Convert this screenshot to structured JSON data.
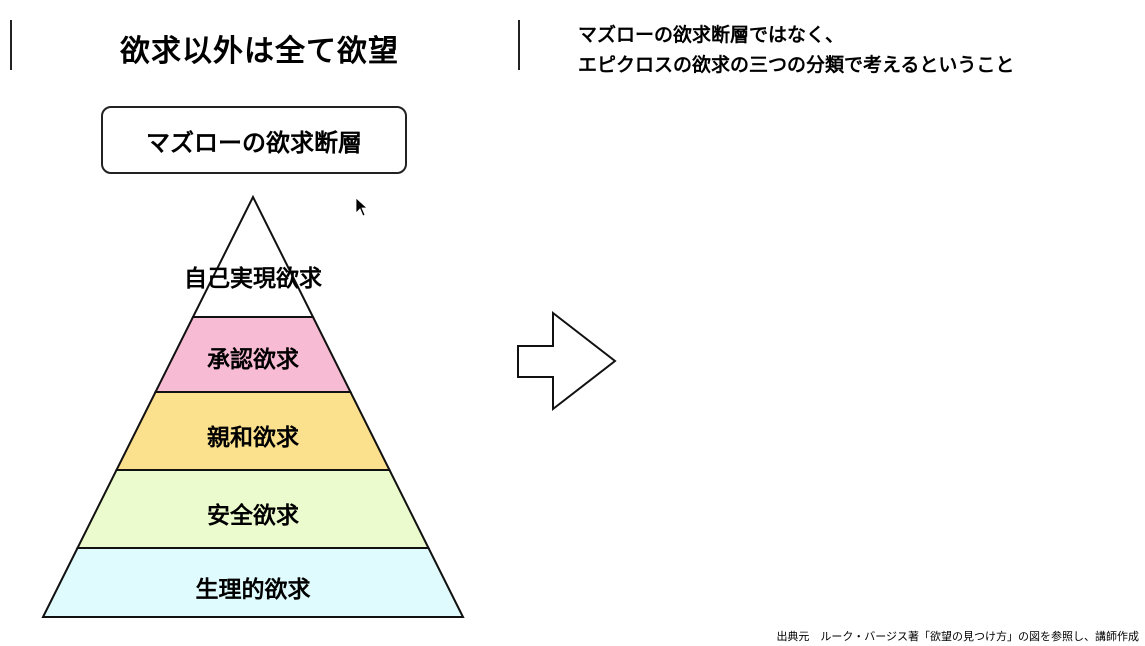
{
  "title": "欲求以外は全て欲望",
  "subtitle_lines": [
    "マズローの欲求断層ではなく、",
    "エピクロスの欲求の三つの分類で考えるということ"
  ],
  "maslow_box_label": "マズローの欲求断層",
  "pyramid": {
    "levels": [
      {
        "label": "自己実現欲求",
        "color": "#ffffff"
      },
      {
        "label": "承認欲求",
        "color": "#f8bbd4"
      },
      {
        "label": "親和欲求",
        "color": "#fbe08d"
      },
      {
        "label": "安全欲求",
        "color": "#ebfbcd"
      },
      {
        "label": "生理的欲求",
        "color": "#e0fbfd"
      }
    ]
  },
  "source_note": "出典元　ルーク・バージス著「欲望の見つけ方」の図を参照し、講師作成"
}
